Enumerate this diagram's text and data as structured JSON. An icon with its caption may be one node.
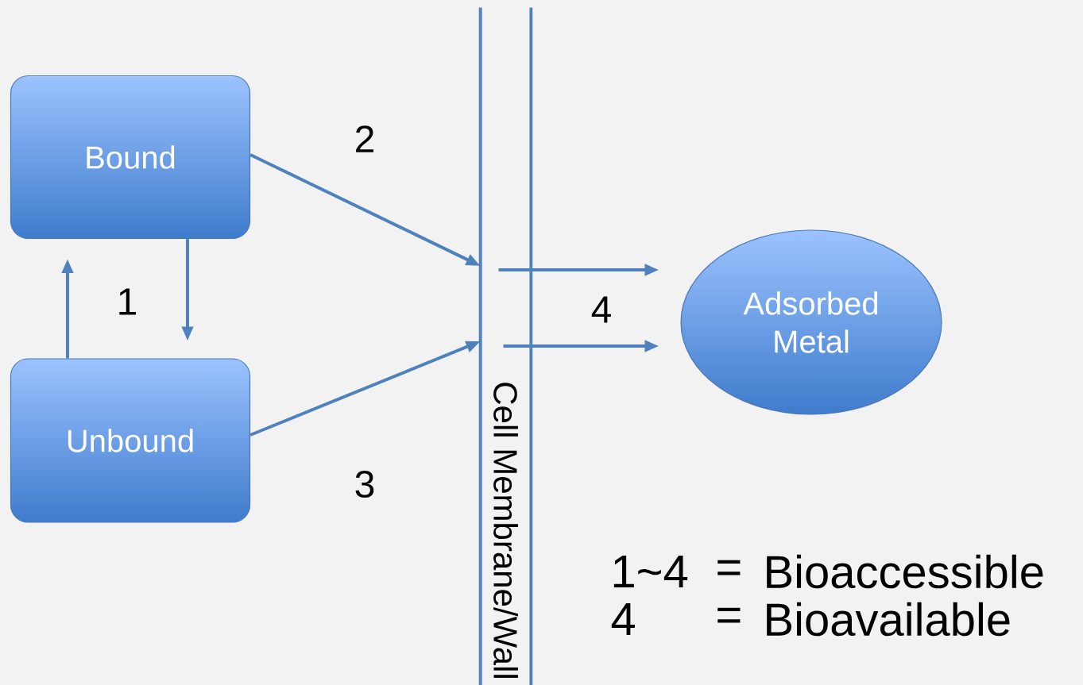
{
  "diagram": {
    "nodes": [
      {
        "text": [
          "Bound"
        ]
      },
      {
        "text": [
          "Unbound"
        ]
      },
      {
        "text": [
          "Cell Membrane/Wall"
        ]
      },
      {
        "text": [
          "Adsorbed Metal"
        ]
      }
    ],
    "edges": [
      {
        "from": 0,
        "to": 1,
        "arrow": "to",
        "label": "1"
      },
      {
        "from": 1,
        "to": 0,
        "arrow": "to"
      },
      {
        "from": 0,
        "to": 2,
        "arrow": "to",
        "label": "2"
      },
      {
        "from": 1,
        "to": 2,
        "arrow": "to",
        "label": "3"
      },
      {
        "from": 2,
        "to": 3,
        "arrow": "to",
        "label": "4"
      },
      {
        "from": 2,
        "to": 3,
        "arrow": "to"
      }
    ],
    "labels": [
      "1~4",
      "=",
      "Bioaccessible",
      "4",
      "=",
      "Bioavailable"
    ]
  }
}
